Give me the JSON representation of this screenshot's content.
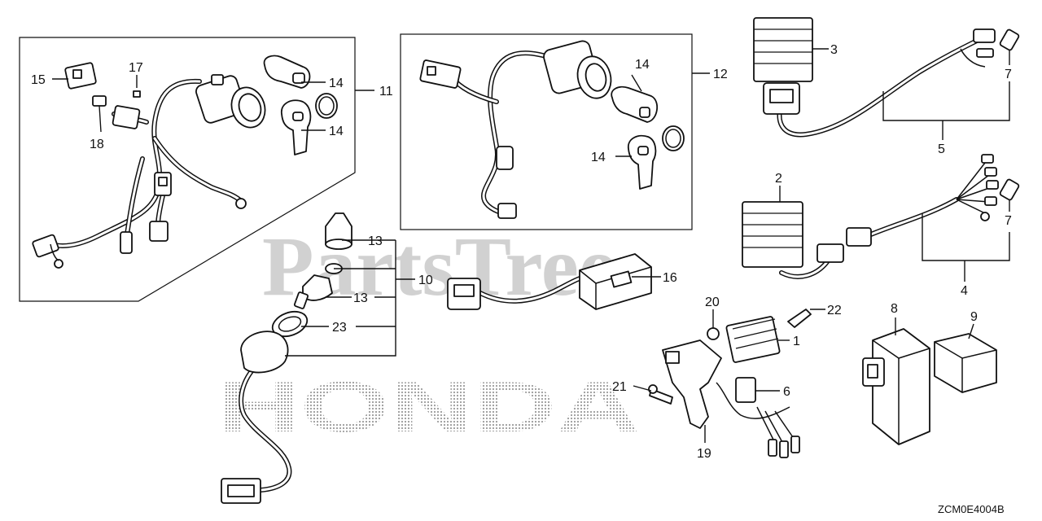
{
  "watermark": {
    "brand_text": "PartsTree",
    "logo_text": "HONDA"
  },
  "figure_code": "ZCM0E4004B",
  "callouts": {
    "c1": "1",
    "c2": "2",
    "c3": "3",
    "c4": "4",
    "c5": "5",
    "c6": "6",
    "c7a": "7",
    "c7b": "7",
    "c8": "8",
    "c9": "9",
    "c10": "10",
    "c11": "11",
    "c12": "12",
    "c13a": "13",
    "c13b": "13",
    "c14a": "14",
    "c14b": "14",
    "c14c": "14",
    "c14d": "14",
    "c15": "15",
    "c16": "16",
    "c17": "17",
    "c18": "18",
    "c19": "19",
    "c20": "20",
    "c21": "21",
    "c22": "22",
    "c23": "23"
  }
}
